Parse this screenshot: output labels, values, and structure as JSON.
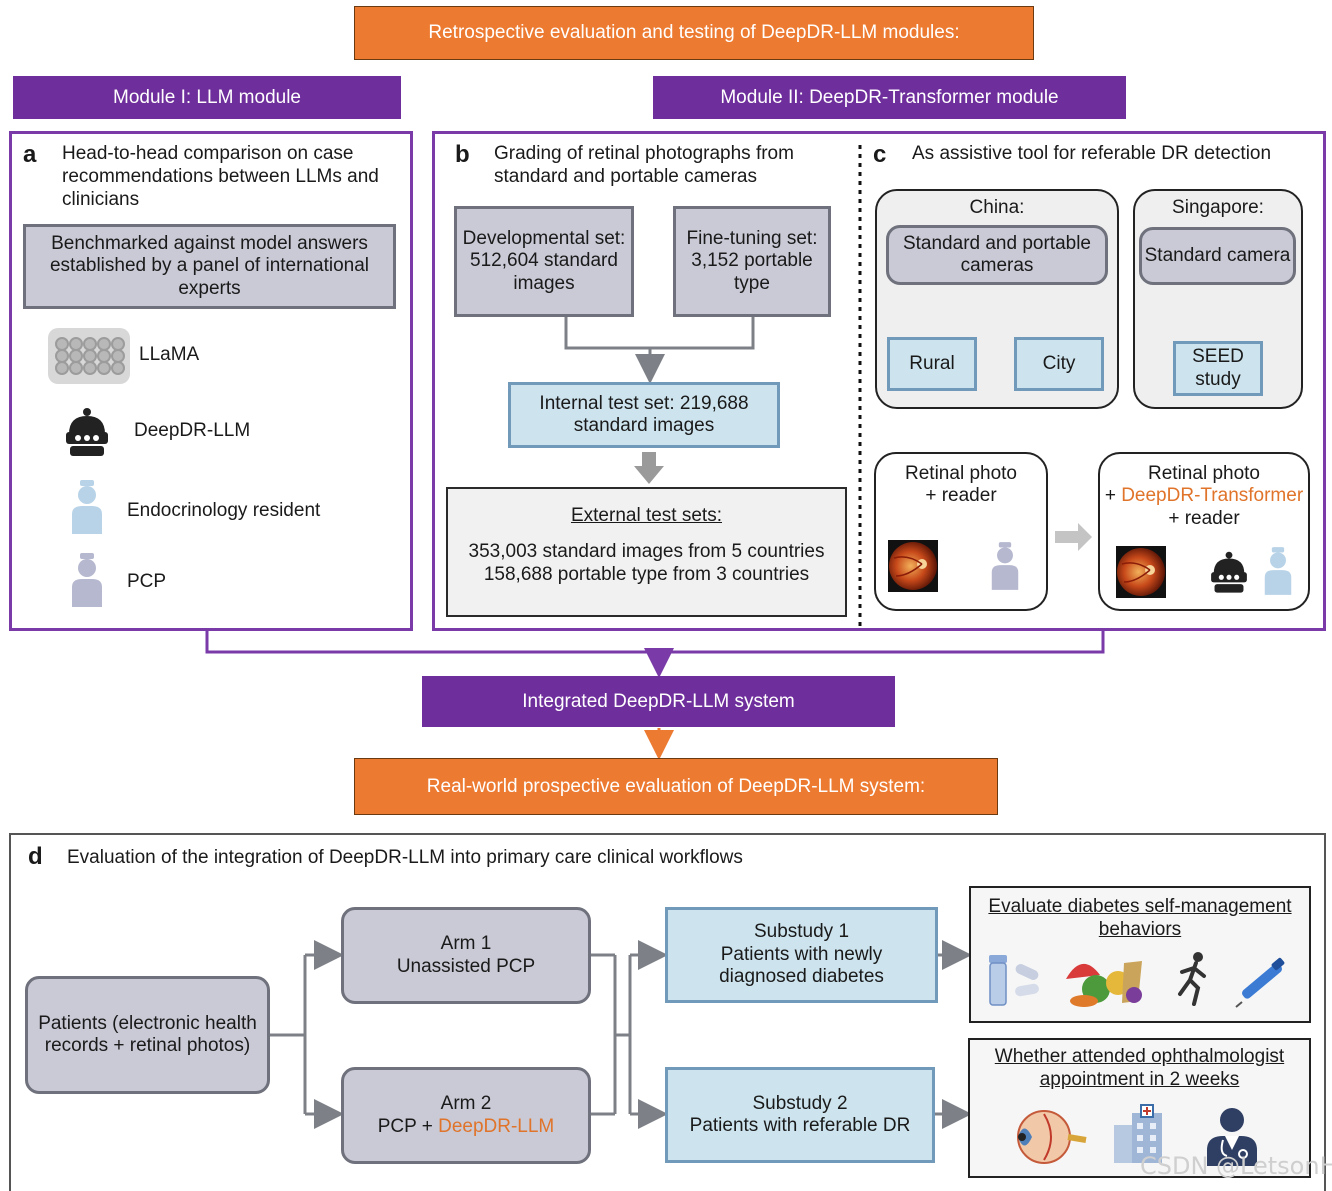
{
  "header": {
    "retrospective": "Retrospective evaluation and testing of DeepDR-LLM modules:"
  },
  "modules": {
    "module1": "Module I: LLM module",
    "module2": "Module II: DeepDR-Transformer module"
  },
  "panel_a": {
    "letter": "a",
    "title": "Head-to-head comparison on case recommendations between LLMs and clinicians",
    "benchmark": "Benchmarked against model answers established by a panel of international experts",
    "items": [
      {
        "icon": "llama-network-icon",
        "label": "LLaMA"
      },
      {
        "icon": "robot-icon",
        "label": "DeepDR-LLM"
      },
      {
        "icon": "resident-person-icon",
        "label": "Endocrinology resident"
      },
      {
        "icon": "pcp-person-icon",
        "label": "PCP"
      }
    ]
  },
  "panel_b": {
    "letter": "b",
    "title": "Grading of retinal photographs from standard and portable cameras",
    "dev_set": "Developmental set: 512,604 standard images",
    "fine_tuning": "Fine-tuning set: 3,152 portable type",
    "internal": "Internal test set: 219,688 standard images",
    "external_title": "External test sets:",
    "external_line1": "353,003 standard images from 5 countries",
    "external_line2": "158,688 portable type from 3 countries"
  },
  "panel_c": {
    "letter": "c",
    "title": "As assistive tool for referable DR detection",
    "china_label": "China:",
    "china_cameras": "Standard and portable cameras",
    "rural": "Rural",
    "city": "City",
    "singapore_label": "Singapore:",
    "singapore_camera": "Standard camera",
    "seed": "SEED study",
    "reader_line1": "Retinal photo",
    "reader_line2": "+ reader",
    "assisted_line1": "Retinal photo",
    "assisted_plus": "+ ",
    "assisted_model": "DeepDR-Transformer",
    "assisted_line3": "+ reader"
  },
  "integrated": "Integrated DeepDR-LLM system",
  "prospective": "Real-world prospective evaluation of DeepDR-LLM system:",
  "panel_d": {
    "letter": "d",
    "title": "Evaluation of the integration of DeepDR-LLM into primary care clinical workflows",
    "patients": "Patients (electronic health records + retinal photos)",
    "arm1_title": "Arm 1",
    "arm1_text": "Unassisted PCP",
    "arm2_title": "Arm 2",
    "arm2_prefix": "PCP + ",
    "arm2_model": "DeepDR-LLM",
    "sub1_title": "Substudy 1",
    "sub1_text": "Patients with newly diagnosed diabetes",
    "sub2_title": "Substudy 2",
    "sub2_text": "Patients with referable DR",
    "outcome1": "Evaluate diabetes self-management behaviors",
    "outcome1_icons": [
      "medication-icon",
      "healthy-food-icon",
      "running-icon",
      "insulin-pen-icon"
    ],
    "outcome2": "Whether attended ophthalmologist appointment in 2 weeks",
    "outcome2_icons": [
      "eye-anatomy-icon",
      "hospital-icon",
      "doctor-icon"
    ]
  },
  "watermark": "CSDN @LetsonH",
  "colors": {
    "orange": "#ec7a31",
    "purple": "#6e2e9b",
    "blue_box": "#cde4ee",
    "gray_box": "#c9cad6"
  }
}
